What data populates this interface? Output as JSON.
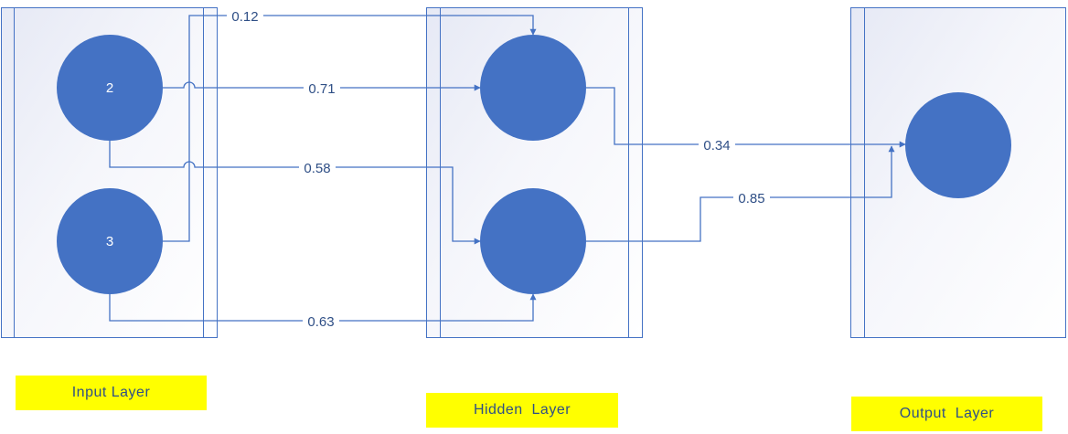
{
  "layers": {
    "input": {
      "label": "Input Layer"
    },
    "hidden": {
      "label": "Hidden  Layer"
    },
    "output": {
      "label": "Output  Layer"
    }
  },
  "nodes": {
    "input1": {
      "value": "2"
    },
    "input2": {
      "value": "3"
    }
  },
  "weights": {
    "w_i2_h1": "0.12",
    "w_i1_h1": "0.71",
    "w_i1_h2": "0.58",
    "w_i2_h2": "0.63",
    "w_h1_o": "0.34",
    "w_h2_o": "0.85"
  },
  "colors": {
    "node": "#4472c4",
    "connector": "#4472c4",
    "label_background": "#ffff00",
    "label_text": "#2f4f86"
  }
}
